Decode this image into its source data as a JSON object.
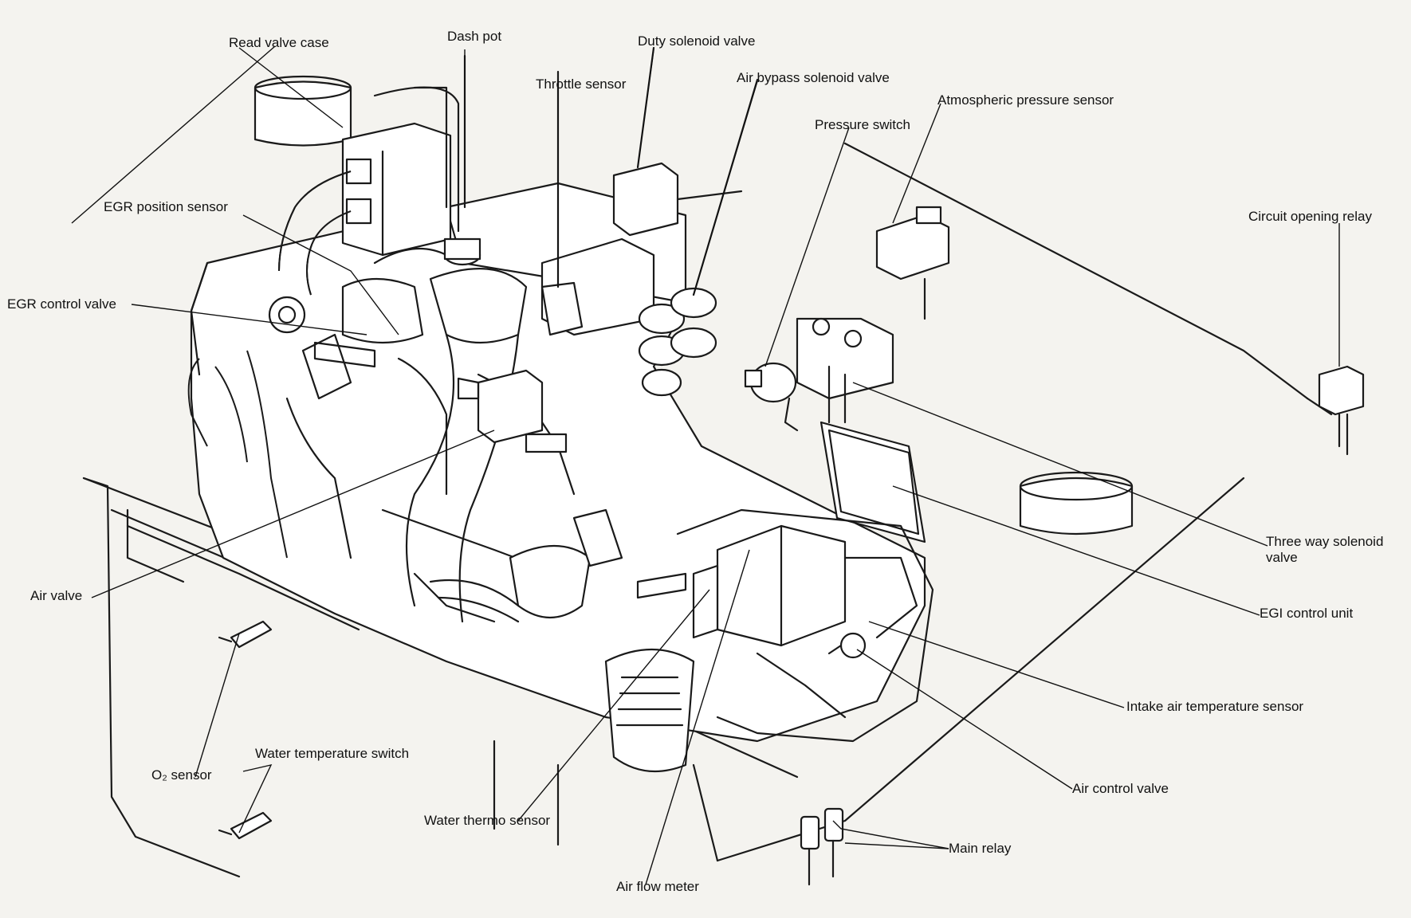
{
  "labels": {
    "read_valve_case": "Read valve case",
    "dash_pot": "Dash pot",
    "duty_solenoid_valve": "Duty solenoid valve",
    "throttle_sensor": "Throttle sensor",
    "air_bypass_solenoid_valve": "Air bypass solenoid valve",
    "atmospheric_pressure_sensor": "Atmospheric pressure sensor",
    "pressure_switch": "Pressure switch",
    "circuit_opening_relay": "Circuit opening relay",
    "egr_position_sensor": "EGR position sensor",
    "egr_control_valve": "EGR control valve",
    "three_way_solenoid_valve": "Three way solenoid valve",
    "egi_control_unit": "EGI control unit",
    "air_valve": "Air valve",
    "intake_air_temperature_sensor": "Intake air temperature sensor",
    "o2_sensor": "O₂ sensor",
    "water_temperature_switch": "Water temperature switch",
    "air_control_valve": "Air control valve",
    "water_thermo_sensor": "Water thermo sensor",
    "main_relay": "Main relay",
    "air_flow_meter": "Air flow meter"
  }
}
